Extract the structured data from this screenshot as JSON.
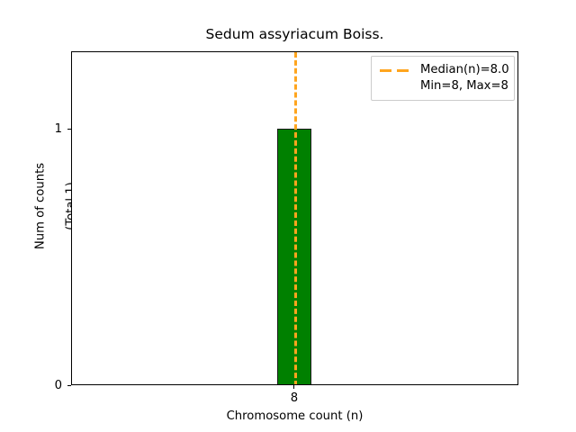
{
  "chart_data": {
    "type": "bar",
    "title": "Sedum assyriacum Boiss.",
    "xlabel": "Chromosome count (n)",
    "ylabel_line1": "Num of counts",
    "ylabel_line2": "(Total 1)",
    "categories": [
      "8"
    ],
    "values": [
      1
    ],
    "xtick_labels": [
      "8"
    ],
    "ytick_labels": [
      "0",
      "1"
    ],
    "ylim": [
      0,
      1.15
    ],
    "grid": false,
    "bar_color": "#008000",
    "bar_edge_color": "#1a1a1a",
    "median_line_color": "#ffa51e",
    "median_line_style": "dashed",
    "median_value": 8.0,
    "annotations": {
      "median": "Median(n)=8.0",
      "minmax": "Min=8, Max=8"
    },
    "legend": {
      "position": "upper right",
      "entries": [
        {
          "label": "Median(n)=8.0",
          "swatch": "dashed-orange-line"
        },
        {
          "label": "Min=8, Max=8",
          "swatch": "none"
        }
      ]
    }
  },
  "legend": {
    "median_label": "Median(n)=8.0",
    "minmax_label": "Min=8, Max=8"
  },
  "axes": {
    "ytick_0": "0",
    "ytick_1": "1",
    "xtick_8": "8"
  }
}
